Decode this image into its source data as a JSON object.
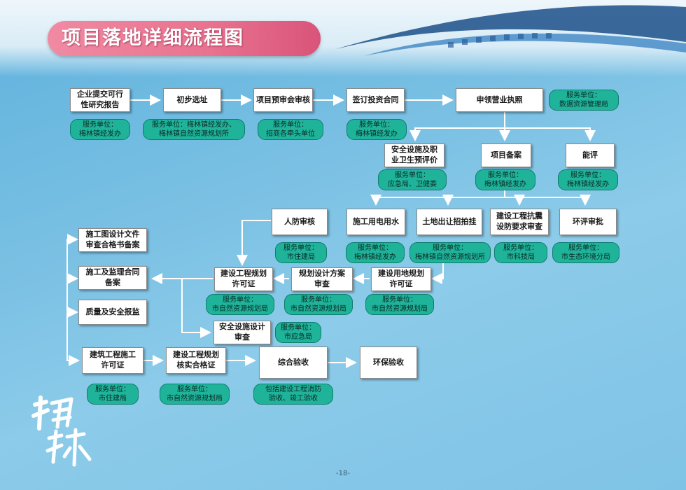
{
  "title": "项目落地详细流程图",
  "page_number": "-18-",
  "calligraphy_text": "梅林",
  "colors": {
    "banner": "#e8728f",
    "pill": "#1fb39a",
    "box": "#ffffff",
    "background": "#78bfe3"
  },
  "steps": {
    "s1": "企业提交可行\n性研究报告",
    "s2": "初步选址",
    "s3": "项目预审会审核",
    "s4": "签订投资合同",
    "s5": "申领营业执照",
    "s6": "安全设施及职\n业卫生预评价",
    "s7": "项目备案",
    "s8": "能评",
    "s9": "人防审核",
    "s10": "施工用电用水",
    "s11": "土地出让招拍挂",
    "s12": "建设工程抗震\n设防要求审查",
    "s13": "环评审批",
    "s14": "施工图设计文件\n审查合格书备案",
    "s15": "施工及监理合同\n备案",
    "s16": "质量及安全报监",
    "s17": "建设工程规划\n许可证",
    "s18": "规划设计方案\n审查",
    "s19": "建设用地规划\n许可证",
    "s20": "安全设施设计\n审查",
    "s21": "建筑工程施工\n许可证",
    "s22": "建设工程规划\n核实合格证",
    "s23": "综合验收",
    "s24": "环保验收"
  },
  "services": {
    "p1": "服务单位：\n梅林镇经发办",
    "p2": "服务单位：梅林镇经发办、\n梅林镇自然资源规划所",
    "p3": "服务单位：\n招商各牵头单位",
    "p4": "服务单位：\n梅林镇经发办",
    "p5": "服务单位：\n数据资源管理局",
    "p6": "服务单位：\n应急局、卫健委",
    "p7": "服务单位：\n梅林镇经发办",
    "p8": "服务单位：\n梅林镇经发办",
    "p9": "服务单位：\n市住建局",
    "p10": "服务单位：\n梅林镇经发办",
    "p11": "服务单位：\n梅林镇自然资源规划所",
    "p12": "服务单位：\n市科技局",
    "p13": "服务单位：\n市生态环境分局",
    "p14": "服务单位：\n市自然资源规划局",
    "p15": "服务单位：\n市自然资源规划局",
    "p16": "服务单位：\n市自然资源规划局",
    "p17": "服务单位：\n市应急局",
    "p18": "服务单位：\n市住建局",
    "p19": "服务单位：\n市自然资源规划局",
    "p20": "包括建设工程消防\n验收、竣工验收"
  }
}
